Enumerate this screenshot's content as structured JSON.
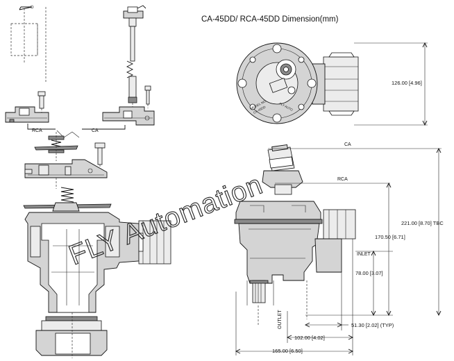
{
  "title": "CA-45DD/ RCA-45DD  Dimension(mm)",
  "labels": {
    "rca_small": "RCA",
    "ca_small": "CA",
    "ca_top": "CA",
    "rca_mid": "RCA",
    "inlet": "INLET",
    "outlet": "OUTLET"
  },
  "dimensions": {
    "d126": "126.00 [4.96]",
    "d221": "221.00 [8.70] TBC",
    "d170": "170.50 [6.71]",
    "d78": "78.00 [3.07]",
    "d51": "51.30 [2.02]  (TYP)",
    "d102": "102.00 [4.02]",
    "d165": "165.00 [6.50]"
  },
  "topview_text": {
    "t1": "MODEL NO.",
    "t2": "FLY AUTO",
    "t3": "CA-45DD"
  },
  "watermark": "FLY Automation"
}
